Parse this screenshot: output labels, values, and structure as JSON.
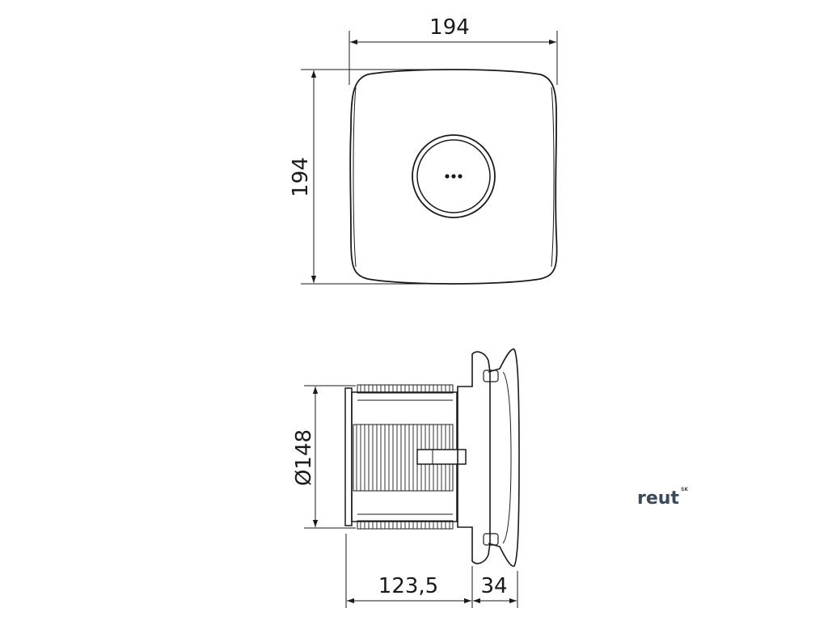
{
  "front_view": {
    "width_label": "194",
    "height_label": "194"
  },
  "side_view": {
    "diameter_label": "Ø148",
    "depth_label": "123,5",
    "grille_depth_label": "34"
  },
  "logo": {
    "brand": "reut",
    "suffix": "SK",
    "color": "#3a4a5a"
  },
  "colors": {
    "line": "#1a1a1a"
  }
}
